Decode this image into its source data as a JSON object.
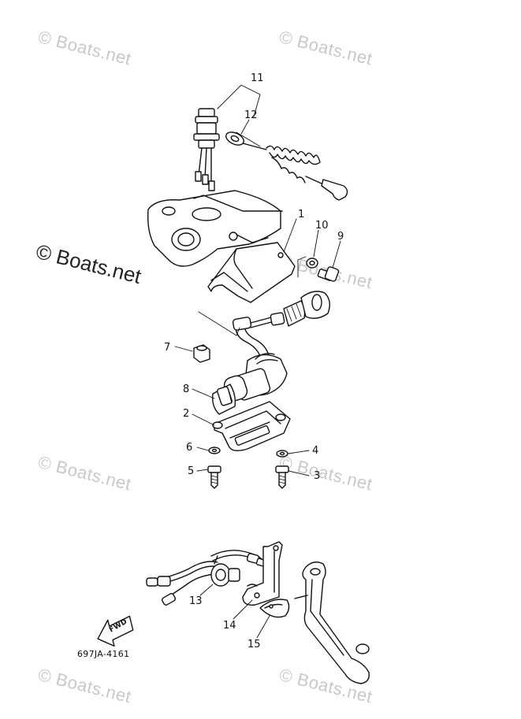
{
  "watermark": {
    "text": "© Boats.net"
  },
  "diagram_code": "697JA-4161",
  "fwd_label": "FWD",
  "callouts": {
    "c1": "1",
    "c2": "2",
    "c3": "3",
    "c4": "4",
    "c5": "5",
    "c6": "6",
    "c7": "7",
    "c8": "8",
    "c9": "9",
    "c10": "10",
    "c11": "11",
    "c12": "12",
    "c13": "13",
    "c14": "14",
    "c15": "15"
  }
}
